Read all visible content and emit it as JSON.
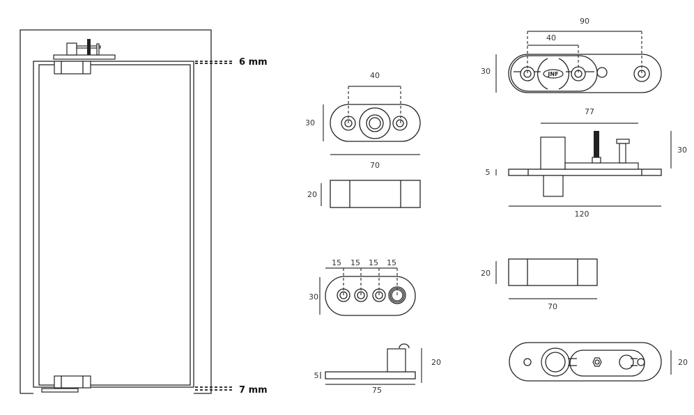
{
  "door_elevation": {
    "top_gap_label": "6 mm",
    "bottom_gap_label": "7 mm"
  },
  "pivot_small": {
    "top_view": {
      "hole_spacing": "40",
      "height": "30",
      "width": "70"
    },
    "block": {
      "height": "20"
    },
    "four_hole_plate": {
      "spacings": [
        "15",
        "15",
        "15",
        "15"
      ],
      "height": "30"
    },
    "side_view": {
      "plate_thickness": "5",
      "height": "20",
      "length": "75"
    }
  },
  "pivot_large": {
    "top_view": {
      "overall_spacing": "90",
      "hole_spacing": "40",
      "height": "30",
      "logo_text": "JNF"
    },
    "side_view": {
      "span": "77",
      "height": "30",
      "plate_thickness": "5",
      "length": "120"
    },
    "block": {
      "height": "20",
      "width": "70"
    },
    "bottom_plate": {
      "height": "20"
    }
  }
}
